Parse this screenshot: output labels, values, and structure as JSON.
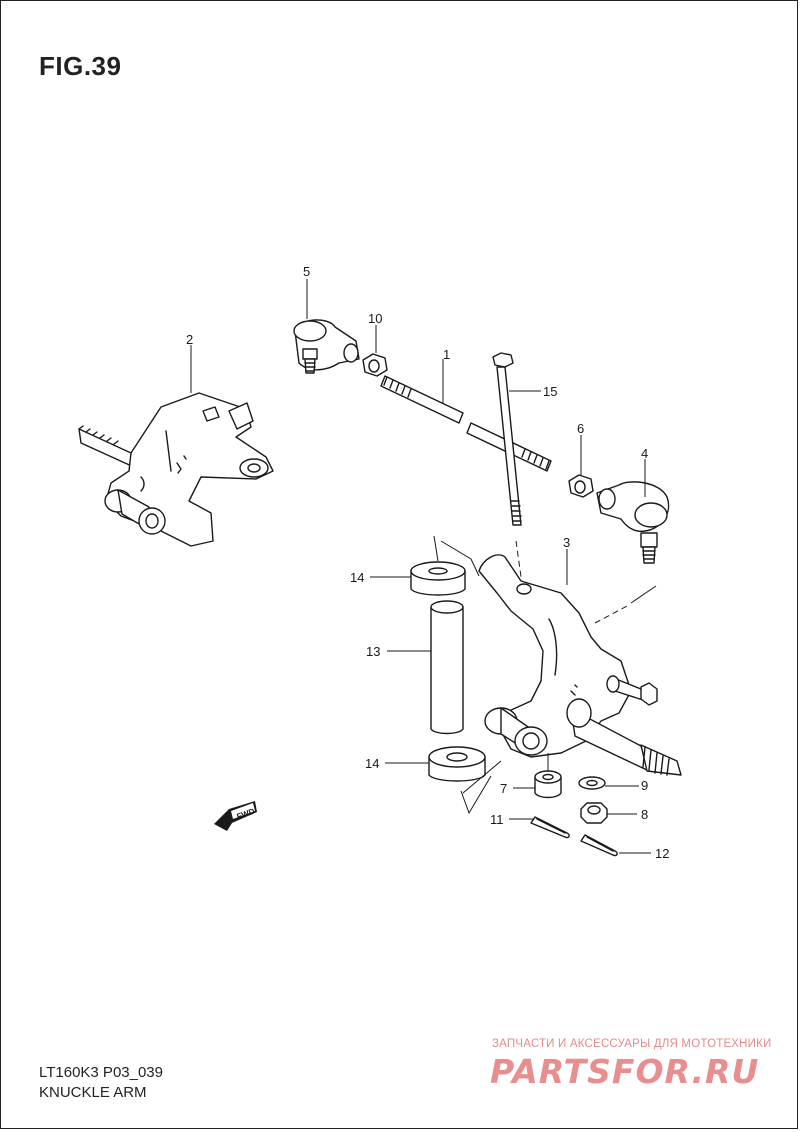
{
  "figure": {
    "title": "FIG.39",
    "model_code": "LT160K3 P03_039",
    "section_name": "KNUCKLE ARM"
  },
  "callouts": [
    "1",
    "2",
    "3",
    "4",
    "5",
    "6",
    "7",
    "8",
    "9",
    "10",
    "11",
    "12",
    "13",
    "14",
    "14",
    "15"
  ],
  "fwd_label": "FWD",
  "watermark": {
    "tagline": "ЗАПЧАСТИ И АКСЕССУАРЫ ДЛЯ МОТОТЕХНИКИ",
    "logo_text": "PARTSFOR.RU"
  },
  "colors": {
    "line": "#1a1a1a",
    "watermark": "#e88e8e"
  }
}
